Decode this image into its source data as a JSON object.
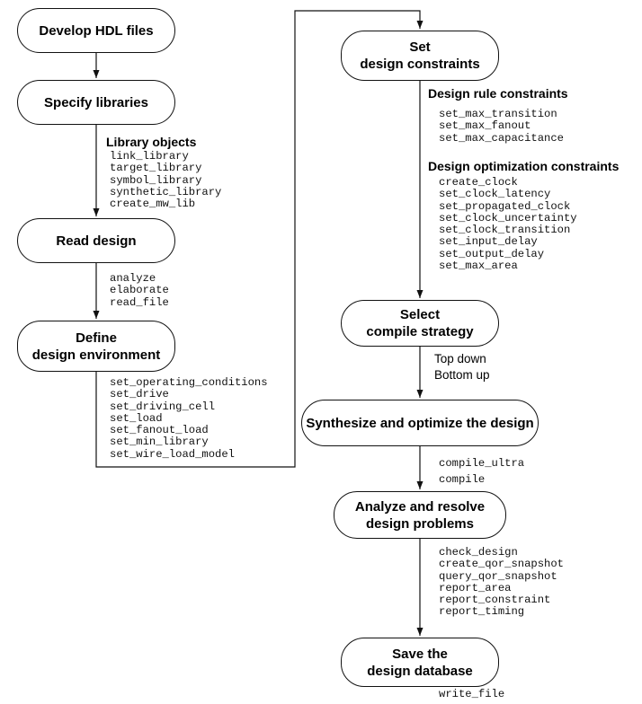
{
  "steps": {
    "develop": "Develop HDL files",
    "libraries": "Specify libraries",
    "read": "Read design",
    "define": "Define\ndesign environment",
    "constraints": "Set\ndesign constraints",
    "strategy": "Select\ncompile strategy",
    "synthesize": "Synthesize and optimize the design",
    "analyze": "Analyze and resolve\ndesign problems",
    "save": "Save the\ndesign database"
  },
  "library_objects": {
    "title": "Library objects",
    "items": [
      "link_library",
      "target_library",
      "symbol_library",
      "synthetic_library",
      "create_mw_lib"
    ]
  },
  "read_cmds": [
    "analyze",
    "elaborate",
    "read_file"
  ],
  "env_cmds": [
    "set_operating_conditions",
    "set_drive",
    "set_driving_cell",
    "set_load",
    "set_fanout_load",
    "set_min_library",
    "set_wire_load_model"
  ],
  "design_rule": {
    "title": "Design rule constraints",
    "items": [
      "set_max_transition",
      "set_max_fanout",
      "set_max_capacitance"
    ]
  },
  "design_opt": {
    "title": "Design optimization constraints",
    "items": [
      "create_clock",
      "set_clock_latency",
      "set_propagated_clock",
      "set_clock_uncertainty",
      "set_clock_transition",
      "set_input_delay",
      "set_output_delay",
      "set_max_area"
    ]
  },
  "strategy_opts": [
    "Top down",
    "Bottom up"
  ],
  "compile_cmds": [
    "compile_ultra",
    "compile"
  ],
  "analyze_cmds": [
    "check_design",
    "create_qor_snapshot",
    "query_qor_snapshot",
    "report_area",
    "report_constraint",
    "report_timing"
  ],
  "save_cmds": [
    "write_file"
  ]
}
